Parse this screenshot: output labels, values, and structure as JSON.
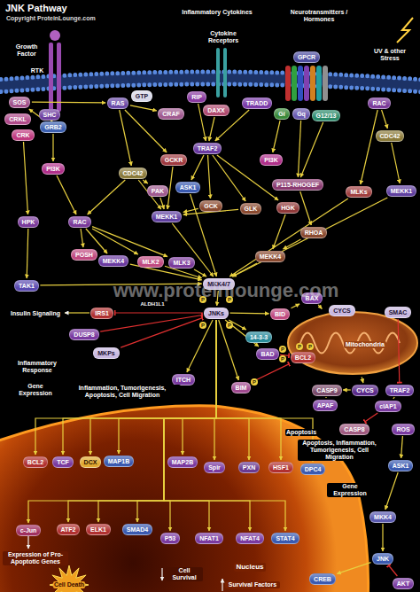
{
  "diagram": {
    "title": "JNK Pathway",
    "nodes": [
      {
        "text": [
          "SOS"
        ]
      },
      {
        "text": [
          "CRKL"
        ]
      },
      {
        "text": [
          "SHC"
        ]
      },
      {
        "text": [
          "GRB2"
        ]
      },
      {
        "text": [
          "CRK"
        ]
      },
      {
        "text": [
          "GTP"
        ]
      },
      {
        "text": [
          "RAS"
        ]
      },
      {
        "text": [
          "CRAF"
        ]
      },
      {
        "text": [
          "RIP"
        ]
      },
      {
        "text": [
          "DAXX"
        ]
      },
      {
        "text": [
          "TRADD"
        ]
      },
      {
        "text": [
          "GPCR"
        ]
      },
      {
        "text": [
          "Gi"
        ]
      },
      {
        "text": [
          "Gq"
        ]
      },
      {
        "text": [
          "G12/13"
        ]
      },
      {
        "text": [
          "RAC"
        ]
      },
      {
        "text": [
          "CDC42"
        ]
      },
      {
        "text": [
          "TRAF2"
        ]
      },
      {
        "text": [
          "GCKR"
        ]
      },
      {
        "text": [
          "PI3K"
        ]
      },
      {
        "text": [
          "CDC42"
        ]
      },
      {
        "text": [
          "ASK1"
        ]
      },
      {
        "text": [
          "PI3K"
        ]
      },
      {
        "text": [
          "P115-RHOGEF"
        ]
      },
      {
        "text": [
          "PAK"
        ]
      },
      {
        "text": [
          "MLKs"
        ]
      },
      {
        "text": [
          "MEKK1"
        ]
      },
      {
        "text": [
          "RAC"
        ]
      },
      {
        "text": [
          "MEKK1"
        ]
      },
      {
        "text": [
          "GCK"
        ]
      },
      {
        "text": [
          "GLK"
        ]
      },
      {
        "text": [
          "HGK"
        ]
      },
      {
        "text": [
          "HPK"
        ]
      },
      {
        "text": [
          "RHOA"
        ]
      },
      {
        "text": [
          "POSH"
        ]
      },
      {
        "text": [
          "MEKK4"
        ]
      },
      {
        "text": [
          "MLK2"
        ]
      },
      {
        "text": [
          "MLK3"
        ]
      },
      {
        "text": [
          "MEKK4"
        ]
      },
      {
        "text": [
          "TAK1"
        ]
      },
      {
        "text": [
          "MKK4/7"
        ]
      },
      {
        "text": [
          "IRS1"
        ]
      },
      {
        "text": [
          "JNKs"
        ]
      },
      {
        "text": [
          "BID"
        ]
      },
      {
        "text": [
          "DUSP8"
        ]
      },
      {
        "text": [
          "MKPs"
        ]
      },
      {
        "text": [
          "14-3-3"
        ]
      },
      {
        "text": [
          "BAD"
        ]
      },
      {
        "text": [
          "BAX"
        ]
      },
      {
        "text": [
          "Mitochondria"
        ]
      },
      {
        "text": [
          "CYCS"
        ],
        "in": 49
      },
      {
        "text": [
          "SMAC"
        ],
        "in": 49
      },
      {
        "text": [
          "BCL2"
        ],
        "in": 49
      },
      {
        "text": [
          "ITCH"
        ]
      },
      {
        "text": [
          "BIM"
        ]
      },
      {
        "text": [
          "CASP9"
        ]
      },
      {
        "text": [
          "CYCS"
        ]
      },
      {
        "text": [
          "TRAF2"
        ]
      },
      {
        "text": [
          "APAF"
        ]
      },
      {
        "text": [
          "cIAP1"
        ]
      },
      {
        "text": [
          "CASP8"
        ]
      },
      {
        "text": [
          "ROS"
        ]
      },
      {
        "text": [
          "ASK1"
        ]
      },
      {
        "text": [
          "MKK4"
        ]
      },
      {
        "text": [
          "Nucleus"
        ]
      },
      {
        "text": [
          "BCL2"
        ],
        "in": 64
      },
      {
        "text": [
          "TCF"
        ],
        "in": 64
      },
      {
        "text": [
          "DCX"
        ],
        "in": 64
      },
      {
        "text": [
          "MAP1B"
        ],
        "in": 64
      },
      {
        "text": [
          "MAP2B"
        ],
        "in": 64
      },
      {
        "text": [
          "Spir"
        ],
        "in": 64
      },
      {
        "text": [
          "PXN"
        ],
        "in": 64
      },
      {
        "text": [
          "HSF1"
        ],
        "in": 64
      },
      {
        "text": [
          "DPC4"
        ],
        "in": 64
      },
      {
        "text": [
          "c-Jun"
        ],
        "in": 64
      },
      {
        "text": [
          "ATF2"
        ],
        "in": 64
      },
      {
        "text": [
          "ELK1"
        ],
        "in": 64
      },
      {
        "text": [
          "SMAD4"
        ],
        "in": 64
      },
      {
        "text": [
          "P53"
        ],
        "in": 64
      },
      {
        "text": [
          "NFAT1"
        ],
        "in": 64
      },
      {
        "text": [
          "NFAT4"
        ],
        "in": 64
      },
      {
        "text": [
          "STAT4"
        ],
        "in": 64
      },
      {
        "text": [
          "JNK"
        ]
      },
      {
        "text": [
          "CREB"
        ],
        "in": 64
      },
      {
        "text": [
          "AKT"
        ]
      }
    ],
    "edges": [
      {
        "from": 0,
        "to": 6,
        "arrow": "to"
      },
      {
        "from": 3,
        "to": 0,
        "arrow": "to"
      },
      {
        "from": 2,
        "to": 3,
        "arrow": "to"
      },
      {
        "from": 4,
        "to": 32,
        "arrow": "to"
      },
      {
        "from": 3,
        "to": 19,
        "arrow": "to"
      },
      {
        "from": 19,
        "to": 27,
        "arrow": "to"
      },
      {
        "from": 6,
        "to": 7,
        "arrow": "to"
      },
      {
        "from": 6,
        "to": 20,
        "arrow": "to"
      },
      {
        "from": 6,
        "to": 18,
        "arrow": "to"
      },
      {
        "from": 8,
        "to": 17,
        "arrow": "to"
      },
      {
        "from": 10,
        "to": 17,
        "arrow": "to"
      },
      {
        "from": 9,
        "to": 17,
        "arrow": "to"
      },
      {
        "from": 17,
        "to": 21,
        "arrow": "to"
      },
      {
        "from": 17,
        "to": 29,
        "arrow": "to"
      },
      {
        "from": 17,
        "to": 30,
        "arrow": "to"
      },
      {
        "from": 17,
        "to": 31,
        "arrow": "to"
      },
      {
        "from": 18,
        "to": 28,
        "arrow": "to"
      },
      {
        "from": 20,
        "to": 24,
        "arrow": "to"
      },
      {
        "from": 20,
        "to": 28,
        "arrow": "to"
      },
      {
        "from": 20,
        "to": 27,
        "arrow": "to"
      },
      {
        "from": 24,
        "to": 28,
        "arrow": "to"
      },
      {
        "from": 21,
        "to": 40,
        "arrow": "to"
      },
      {
        "from": 12,
        "to": 22,
        "arrow": "to"
      },
      {
        "from": 13,
        "to": 23,
        "arrow": "to"
      },
      {
        "from": 14,
        "to": 23,
        "arrow": "to"
      },
      {
        "from": 23,
        "to": 33,
        "arrow": "to"
      },
      {
        "from": 33,
        "to": 38,
        "arrow": "to"
      },
      {
        "from": 15,
        "to": 16,
        "arrow": "to"
      },
      {
        "from": 15,
        "to": 25,
        "arrow": "to"
      },
      {
        "from": 16,
        "to": 26,
        "arrow": "to"
      },
      {
        "from": 27,
        "to": 34,
        "arrow": "to"
      },
      {
        "from": 27,
        "to": 35,
        "arrow": "to"
      },
      {
        "from": 27,
        "to": 36,
        "arrow": "to"
      },
      {
        "from": 27,
        "to": 37,
        "arrow": "to"
      },
      {
        "from": 32,
        "to": 39,
        "arrow": "to"
      },
      {
        "from": 35,
        "to": 40,
        "arrow": "to"
      },
      {
        "from": 36,
        "to": 40,
        "arrow": "to"
      },
      {
        "from": 37,
        "to": 40,
        "arrow": "to"
      },
      {
        "from": 28,
        "to": 40,
        "arrow": "to"
      },
      {
        "from": 29,
        "to": 28,
        "arrow": "to"
      },
      {
        "from": 38,
        "to": 40,
        "arrow": "to"
      },
      {
        "from": 39,
        "to": 40,
        "arrow": "to"
      },
      {
        "from": 25,
        "to": 40,
        "arrow": "to"
      },
      {
        "from": 26,
        "to": 40,
        "arrow": "to"
      },
      {
        "from": 40,
        "to": 42,
        "arrow": "to"
      },
      {
        "from": 42,
        "to": 41,
        "arrow": "to"
      },
      {
        "from": 44,
        "to": 42,
        "arrow": "to"
      },
      {
        "from": 45,
        "to": 42,
        "arrow": "to"
      },
      {
        "from": 42,
        "to": 43,
        "arrow": "to"
      },
      {
        "from": 42,
        "to": 46,
        "arrow": "to"
      },
      {
        "from": 42,
        "to": 47,
        "arrow": "to"
      },
      {
        "from": 42,
        "to": 53,
        "arrow": "to"
      },
      {
        "from": 42,
        "to": 54,
        "arrow": "to"
      },
      {
        "from": 43,
        "to": 48,
        "arrow": "to"
      },
      {
        "from": 48,
        "to": 49,
        "arrow": "to"
      },
      {
        "from": 54,
        "to": 52,
        "arrow": "to"
      },
      {
        "from": 47,
        "to": 52,
        "arrow": "to"
      },
      {
        "from": 49,
        "to": 56,
        "arrow": "to"
      },
      {
        "from": 56,
        "to": 55,
        "arrow": "to"
      },
      {
        "from": 58,
        "to": 55,
        "arrow": "none"
      },
      {
        "from": 51,
        "to": 57,
        "arrow": "to"
      },
      {
        "from": 59,
        "to": 60,
        "arrow": "to"
      },
      {
        "from": 61,
        "to": 62,
        "arrow": "to"
      },
      {
        "from": 62,
        "to": 63,
        "arrow": "to"
      },
      {
        "from": 63,
        "to": 82,
        "arrow": "to"
      },
      {
        "from": 84,
        "to": 82,
        "arrow": "to"
      },
      {
        "from": 82,
        "to": 83,
        "arrow": "to"
      },
      {
        "from": 42,
        "to": 65,
        "arrow": "to"
      },
      {
        "from": 42,
        "to": 66,
        "arrow": "to"
      },
      {
        "from": 42,
        "to": 67,
        "arrow": "to"
      },
      {
        "from": 42,
        "to": 68,
        "arrow": "to"
      },
      {
        "from": 42,
        "to": 69,
        "arrow": "to"
      },
      {
        "from": 42,
        "to": 70,
        "arrow": "to"
      },
      {
        "from": 42,
        "to": 71,
        "arrow": "to"
      },
      {
        "from": 42,
        "to": 72,
        "arrow": "to"
      },
      {
        "from": 42,
        "to": 73,
        "arrow": "to"
      },
      {
        "from": 42,
        "to": 74,
        "arrow": "to"
      },
      {
        "from": 42,
        "to": 75,
        "arrow": "to"
      },
      {
        "from": 42,
        "to": 76,
        "arrow": "to"
      },
      {
        "from": 42,
        "to": 77,
        "arrow": "to"
      },
      {
        "from": 42,
        "to": 78,
        "arrow": "to"
      },
      {
        "from": 42,
        "to": 79,
        "arrow": "to"
      },
      {
        "from": 42,
        "to": 80,
        "arrow": "to"
      },
      {
        "from": 42,
        "to": 81,
        "arrow": "to"
      },
      {
        "from": 30,
        "to": 28,
        "arrow": "to"
      },
      {
        "from": 57,
        "to": 59,
        "arrow": "none"
      },
      {
        "from": 31,
        "to": 38,
        "arrow": "to"
      }
    ],
    "labels": [
      "Copyright ProteinLounge.com",
      "Growth Factor",
      "RTK",
      "Inflammatory Cytokines",
      "Cytokine Receptors",
      "Neurotransmitters / Hormones",
      "UV & other Stress",
      "www.proteinlounge.com",
      "ALDH1L1",
      "Insulin Signaling",
      "Inflammatory Response",
      "Gene Expression",
      "Inflammation, Tumorigenesis, Apoptosis, Cell Migration",
      "Apoptosis",
      "Apoptosis, Inflammation, Tumorigenesis, Cell Migration",
      "Gene Expression",
      "Expression of Pro-Apoptotic Genes",
      "Cell Death",
      "Cell Survival",
      "Survival Factors",
      "P",
      "P",
      "P",
      "P",
      "P",
      "P",
      "P",
      "P",
      "P"
    ]
  }
}
